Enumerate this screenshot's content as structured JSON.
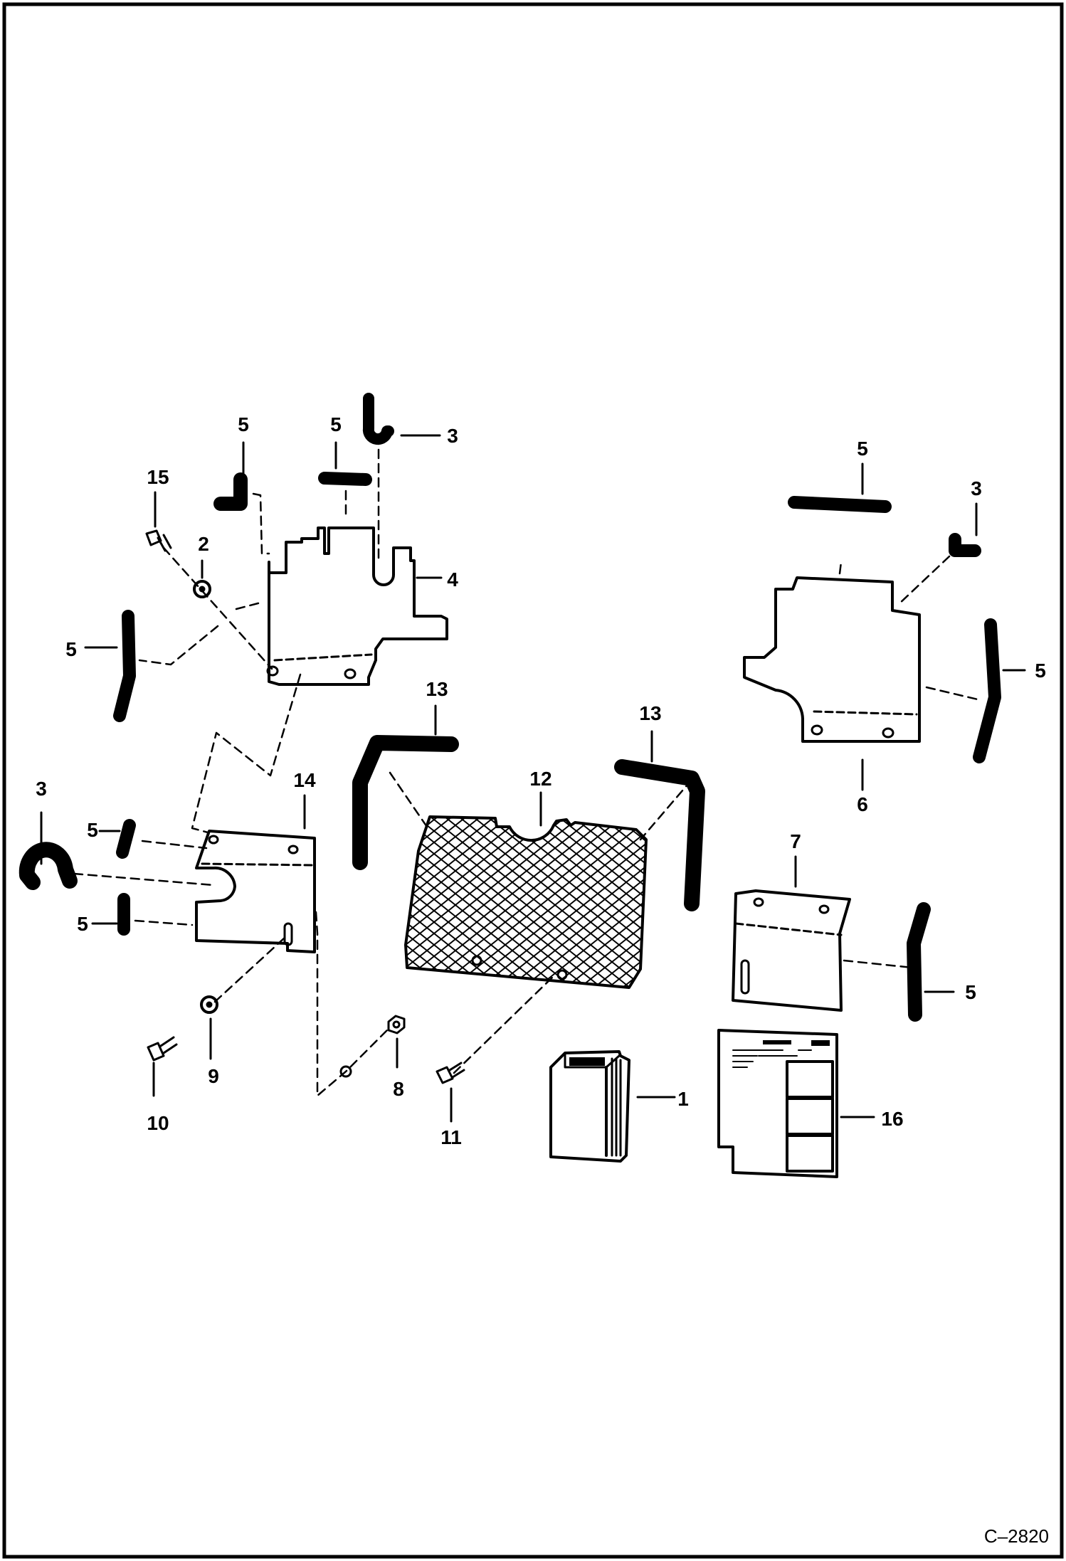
{
  "figure_code": "C–2820",
  "callouts": {
    "c1": "1",
    "c2": "2",
    "c3a": "3",
    "c3b": "3",
    "c3c": "3",
    "c4": "4",
    "c5a": "5",
    "c5b": "5",
    "c5c": "5",
    "c5d": "5",
    "c5e": "5",
    "c5f": "5",
    "c5g": "5",
    "c5h": "5",
    "c6": "6",
    "c7": "7",
    "c8": "8",
    "c9": "9",
    "c10": "10",
    "c11": "11",
    "c12": "12",
    "c13a": "13",
    "c13b": "13",
    "c14": "14",
    "c15": "15",
    "c16": "16"
  },
  "colors": {
    "ink": "#000000",
    "paper": "#ffffff"
  }
}
